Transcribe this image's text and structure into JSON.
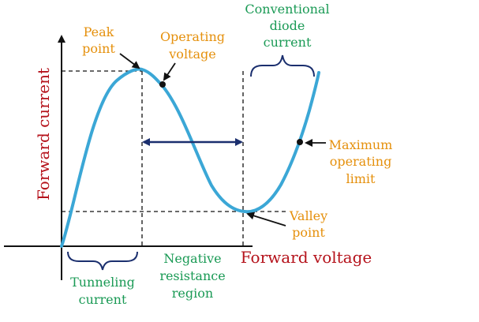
{
  "labels": {
    "y_axis": "Forward current",
    "x_axis": "Forward voltage",
    "peak_point": [
      "Peak",
      "point"
    ],
    "operating_voltage": [
      "Operating",
      "voltage"
    ],
    "conventional_current": [
      "Conventional",
      "diode",
      "current"
    ],
    "max_operating_limit": [
      "Maximum",
      "operating",
      "limit"
    ],
    "valley_point": [
      "Valley",
      "point"
    ],
    "negative_resistance": [
      "Negative",
      "resistance",
      "region"
    ],
    "tunneling_current": [
      "Tunneling",
      "current"
    ]
  },
  "colors": {
    "curve": "#3ba7d6",
    "axis": "#111111",
    "arrow": "#1b2f6e",
    "orange_text": "#e5900c",
    "green_text": "#1a9a55",
    "red_text": "#b5121b"
  }
}
